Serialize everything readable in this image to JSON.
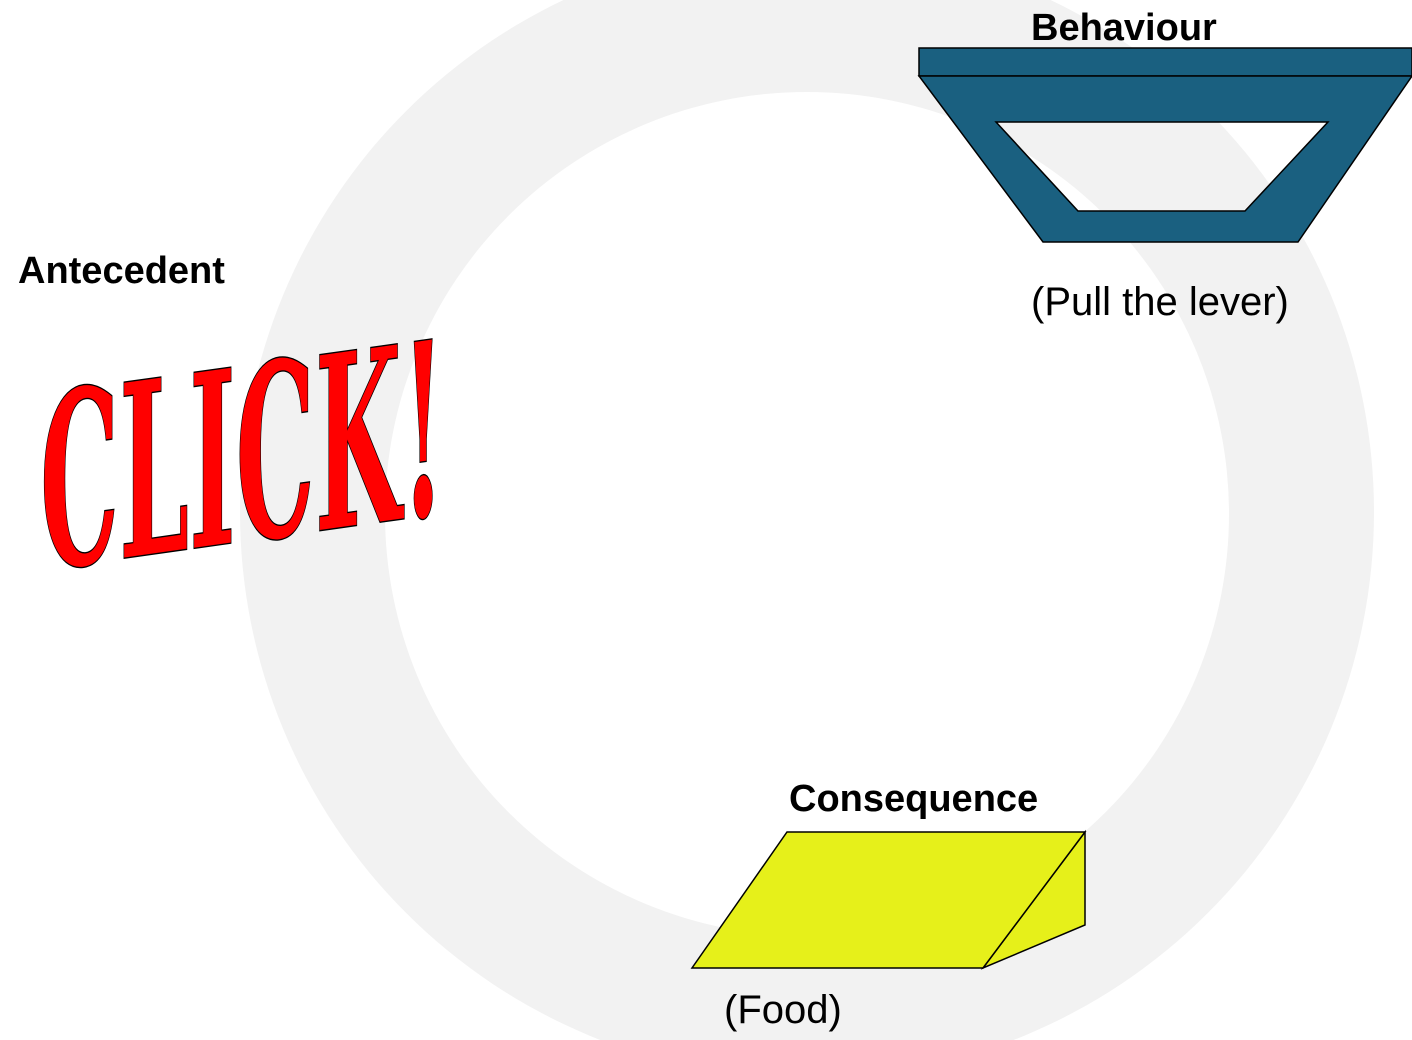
{
  "diagram": {
    "antecedent": {
      "title": "Antecedent",
      "word": "CLICK!",
      "word_color": "#ff0000"
    },
    "behaviour": {
      "title": "Behaviour",
      "caption": "(Pull the lever)",
      "lever_color": "#1a6080"
    },
    "consequence": {
      "title": "Consequence",
      "caption": "(Food)",
      "food_color": "#e6f01a"
    },
    "ring_color": "#f2f2f2"
  }
}
